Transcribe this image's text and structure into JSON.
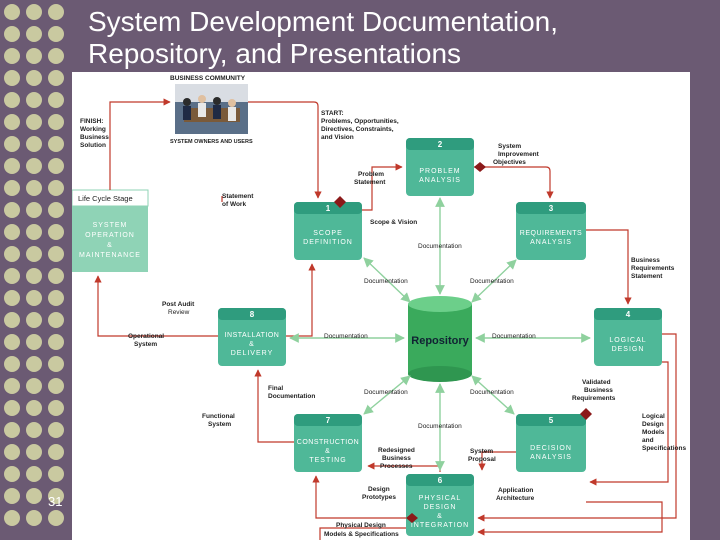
{
  "slide": {
    "title_line1": "System Development Documentation,",
    "title_line2": "Repository, and Presentations",
    "number": "31"
  },
  "colors": {
    "background": "#6b5a73",
    "dot": "#c9c9a0",
    "box": "#4fb898",
    "repository": "#3aaa5c",
    "diamond": "#8b1a1a"
  },
  "diagram": {
    "business_community": "BUSINESS COMMUNITY",
    "owners_users": "SYSTEM OWNERS AND USERS",
    "start": [
      "START:",
      "Problems, Opportunities,",
      "Directives, Constraints,",
      "and Vision"
    ],
    "finish": [
      "FINISH:",
      "Working",
      "Business",
      "Solution"
    ],
    "life_cycle": {
      "header": "Life Cycle Stage",
      "lines": [
        "SYSTEM",
        "OPERATION",
        "&",
        "MAINTENANCE"
      ]
    },
    "repository": "Repository",
    "phases": [
      {
        "num": "1",
        "lines": [
          "SCOPE",
          "DEFINITION"
        ]
      },
      {
        "num": "2",
        "lines": [
          "PROBLEM",
          "ANALYSIS"
        ]
      },
      {
        "num": "3",
        "lines": [
          "REQUIREMENTS",
          "ANALYSIS"
        ]
      },
      {
        "num": "4",
        "lines": [
          "LOGICAL",
          "DESIGN"
        ]
      },
      {
        "num": "5",
        "lines": [
          "DECISION",
          "ANALYSIS"
        ]
      },
      {
        "num": "6",
        "lines": [
          "PHYSICAL",
          "DESIGN",
          "&",
          "INTEGRATION"
        ]
      },
      {
        "num": "7",
        "lines": [
          "CONSTRUCTION",
          "&",
          "TESTING"
        ]
      },
      {
        "num": "8",
        "lines": [
          "INSTALLATION",
          "&",
          "DELIVERY"
        ]
      }
    ],
    "labels": {
      "statement_of_work": [
        "Statement",
        "of Work"
      ],
      "problem_statement": [
        "Problem",
        "Statement"
      ],
      "scope_vision": "Scope & Vision",
      "improvement_objectives": [
        "System",
        "Improvement",
        "Objectives"
      ],
      "business_requirements": [
        "Business",
        "Requirements",
        "Statement"
      ],
      "validated_requirements": [
        "Validated",
        "Business",
        "Requirements"
      ],
      "logical_design": [
        "Logical",
        "Design",
        "Models",
        "and",
        "Specifications"
      ],
      "application_architecture": [
        "Application",
        "Architecture"
      ],
      "system_proposal": [
        "System",
        "Proposal"
      ],
      "redesigned_processes": [
        "Redesigned",
        "Business",
        "Processes"
      ],
      "design_prototypes": [
        "Design",
        "Prototypes"
      ],
      "physical_design": "Physical Design",
      "models_specifications": "Models & Specifications",
      "functional_system": [
        "Functional",
        "System"
      ],
      "final_documentation": [
        "Final",
        "Documentation"
      ],
      "operational_system": [
        "Operational",
        "System"
      ],
      "post_audit": "Post Audit",
      "review": "Review",
      "documentation": "Documentation"
    }
  }
}
